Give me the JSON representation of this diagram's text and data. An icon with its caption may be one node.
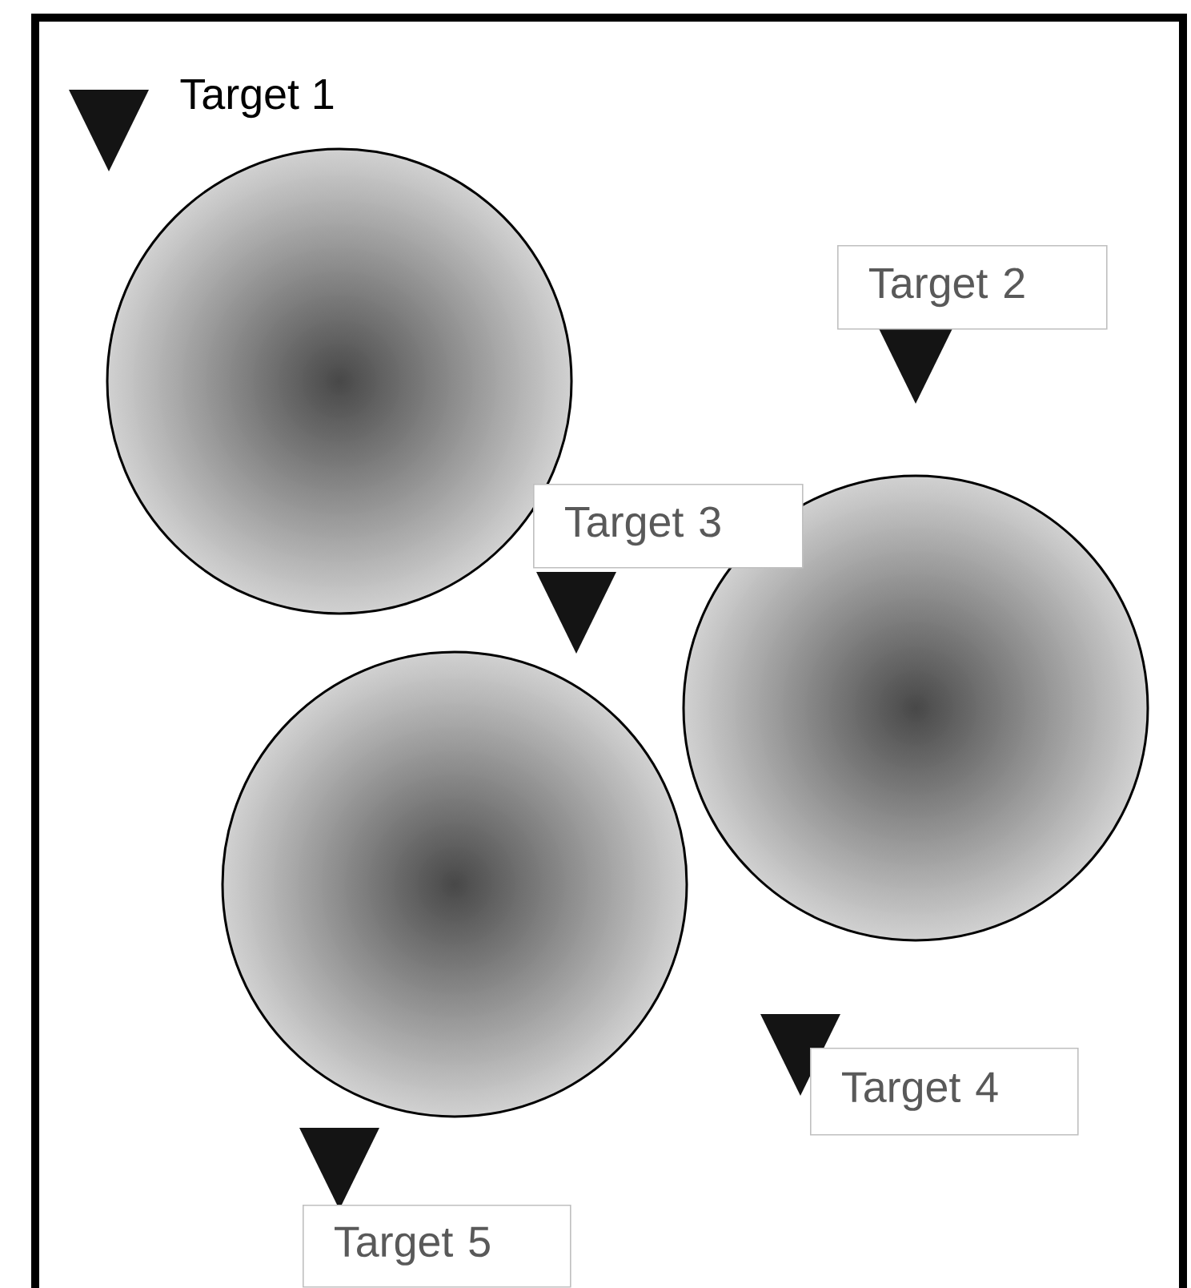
{
  "diagram": {
    "nodes": [
      {
        "text": [],
        "shape": "circle"
      },
      {
        "text": [
          "Target 2"
        ]
      },
      {
        "text": [],
        "shape": "circle"
      },
      {
        "text": [
          "Target 3"
        ]
      },
      {
        "text": [],
        "shape": "circle"
      },
      {
        "text": [
          "Target 4"
        ]
      },
      {
        "text": [
          "Target 5"
        ]
      }
    ],
    "labels": [
      "Target 1"
    ]
  }
}
